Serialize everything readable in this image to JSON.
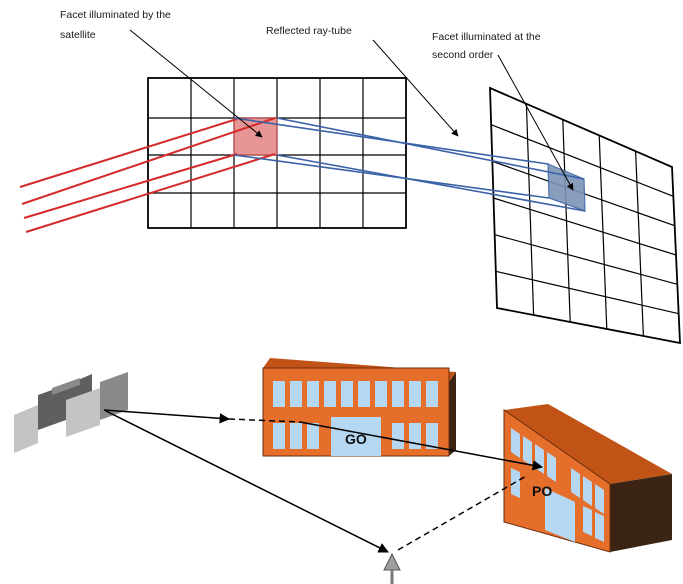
{
  "top_diagram": {
    "label_facet_satellite_line1": "Facet illuminated by the",
    "label_facet_satellite_line2": "satellite",
    "label_reflected_tube": "Reflected ray-tube",
    "label_facet_second_line1": "Facet illuminated at the",
    "label_facet_second_line2": "second order"
  },
  "bottom_diagram": {
    "label_go": "GO",
    "label_po": "PO"
  },
  "colors": {
    "incident_rays": "#d42a2a",
    "reflected_rays": "#3a63a8",
    "facet_first": "#e58a8a",
    "facet_second": "#7d93b5",
    "building_orange": "#e56f2a",
    "building_top": "#c25316",
    "building_dark_side": "#3b2414",
    "window_blue": "#b5d7f1"
  },
  "icons": [
    "satellite-icon",
    "receiver-antenna-icon",
    "building-go-icon",
    "building-po-icon"
  ]
}
